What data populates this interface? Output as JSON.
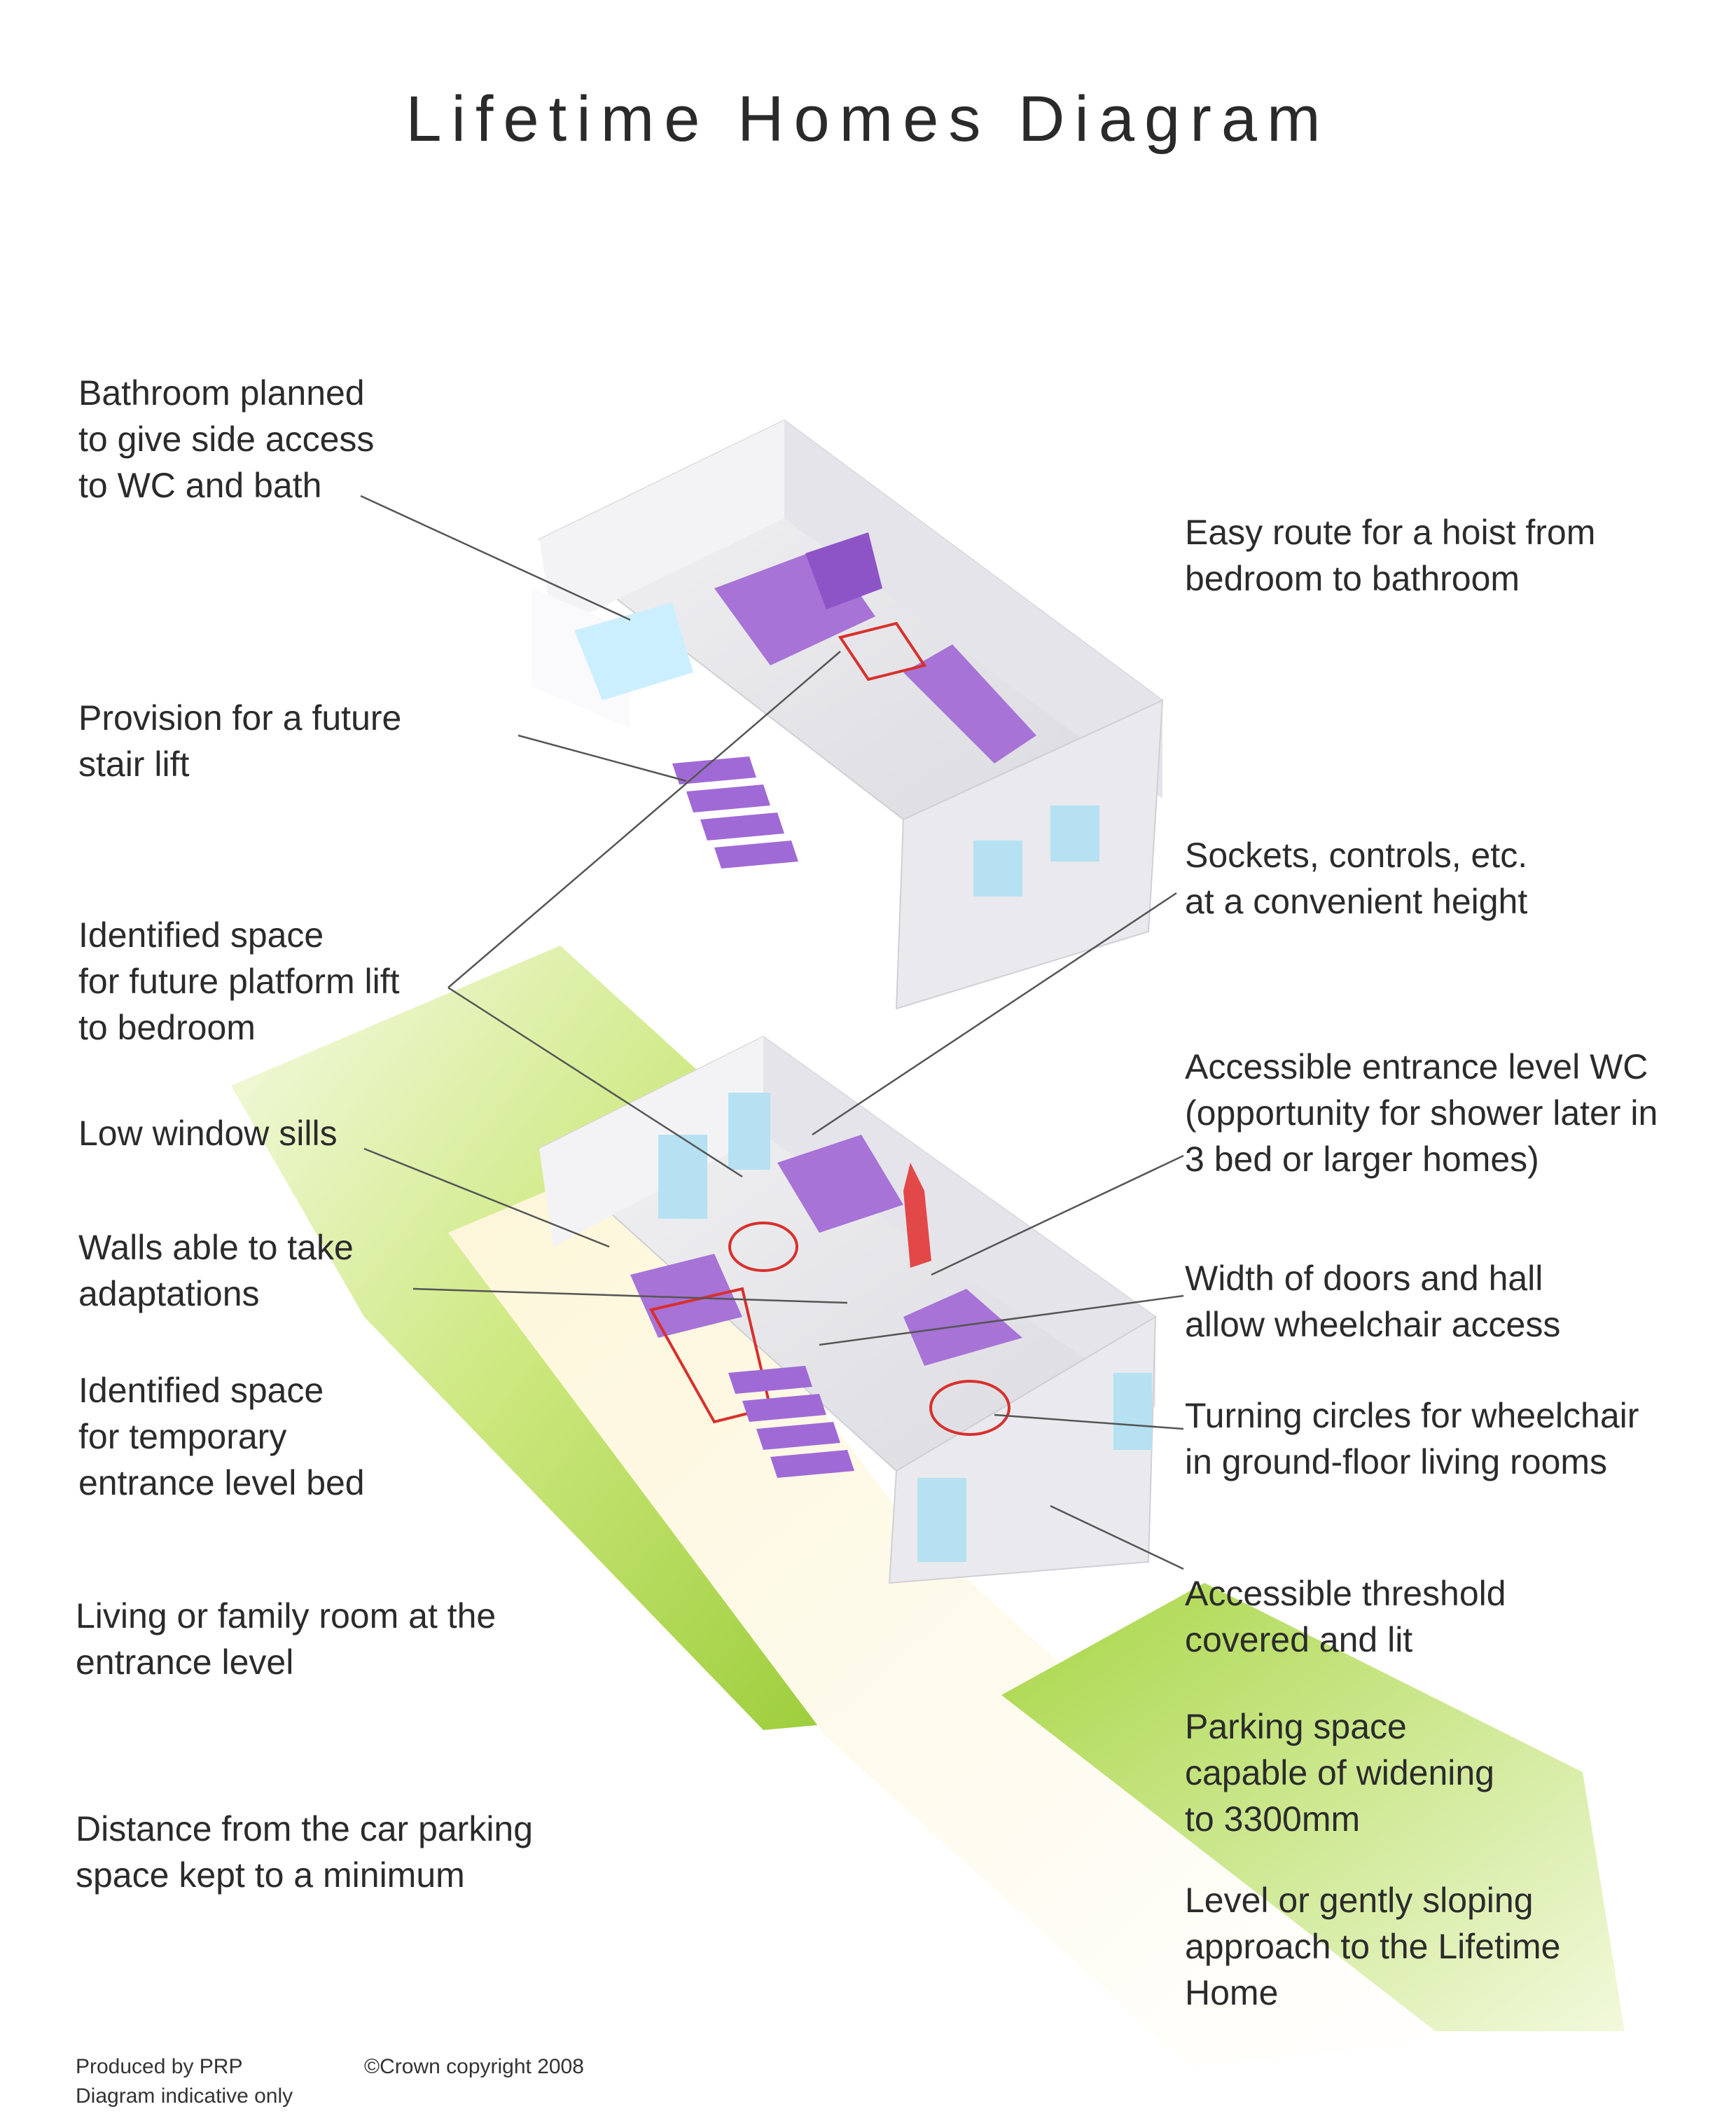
{
  "title": "Lifetime Homes Diagram",
  "labels": {
    "bathroom": "Bathroom planned\nto give side access\nto WC and bath",
    "hoist": "Easy route for a hoist from\nbedroom to bathroom",
    "stair_lift": "Provision for a future\nstair lift",
    "sockets": "Sockets, controls, etc.\nat a convenient height",
    "platform_lift": "Identified space\nfor future platform lift\nto bedroom",
    "wc": "Accessible entrance level WC\n(opportunity for shower later in\n3 bed or larger homes)",
    "window_sills": "Low window sills",
    "walls": "Walls able to take\nadaptations",
    "doors": "Width of doors and hall\nallow wheelchair access",
    "temp_bed": "Identified space\nfor temporary\nentrance level bed",
    "turning": "Turning circles for wheelchair\nin ground-floor living rooms",
    "living": "Living or family room at the\nentrance level",
    "threshold": "Accessible threshold\ncovered and lit",
    "parking": "Parking space\ncapable of widening\nto 3300mm",
    "distance": "Distance from the car parking\nspace kept to a minimum",
    "approach": "Level or gently sloping\napproach to the Lifetime\nHome"
  },
  "footer": {
    "producer": "Produced by PRP\nDiagram indicative only",
    "copyright": "©Crown copyright 2008"
  },
  "colors": {
    "furniture": "#9a5fd0",
    "lawn": "#a8d645",
    "path": "#fff6cf",
    "marker": "#d8302c",
    "wall": "#eeeef2"
  }
}
